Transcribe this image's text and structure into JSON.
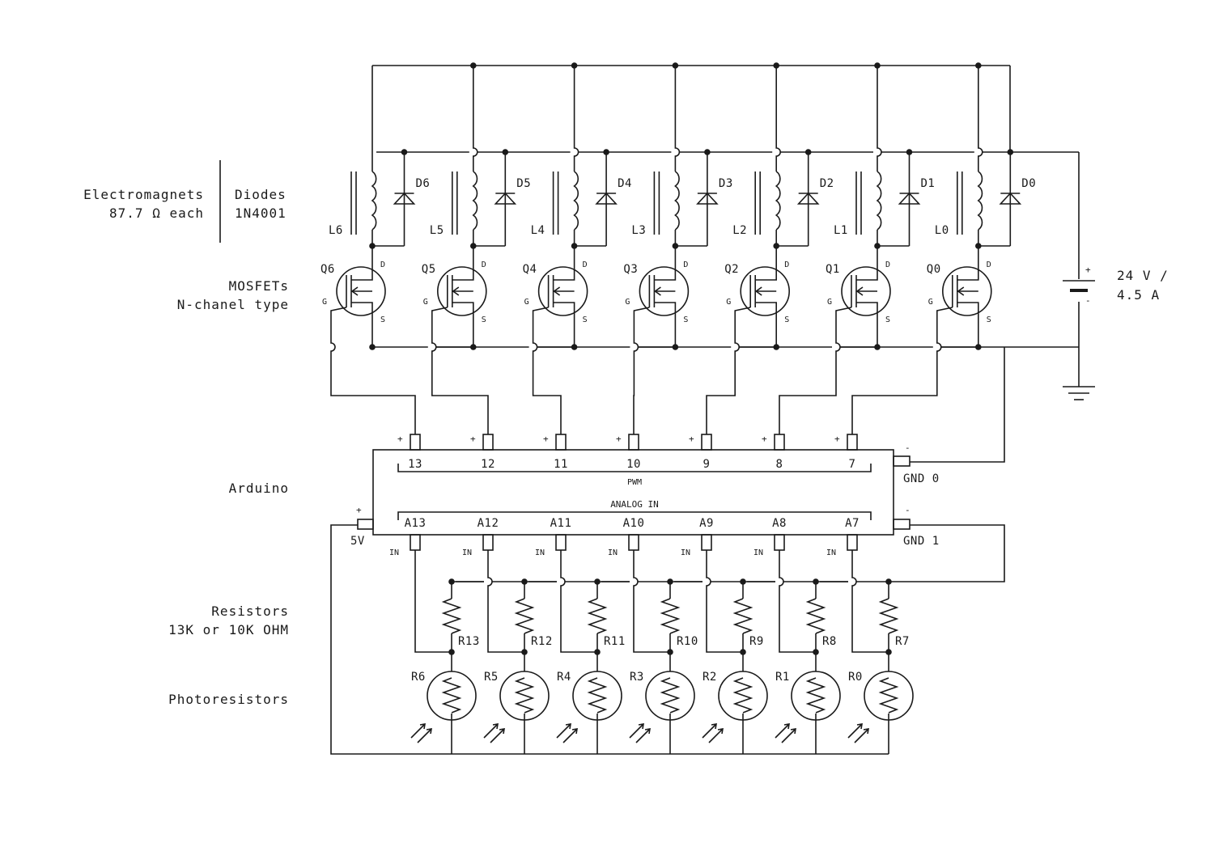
{
  "labels": {
    "electromagnets_title": "Electromagnets",
    "electromagnets_value": "87.7 Ω each",
    "diodes_title": "Diodes",
    "diodes_value": "1N4001",
    "mosfets_title": "MOSFETs",
    "mosfets_value": "N-chanel type",
    "arduino_title": "Arduino",
    "resistors_title": "Resistors",
    "resistors_value": "13K or 10K OHM",
    "photoresistors_title": "Photoresistors",
    "battery_voltage": "24 V /",
    "battery_current": "4.5 A",
    "battery_plus": "+",
    "battery_minus": "-",
    "pwm_label": "PWM",
    "analog_label": "ANALOG IN",
    "gnd0": "GND 0",
    "gnd1": "GND 1",
    "v5": "5V",
    "drain": "D",
    "source": "S",
    "gate": "G",
    "plus": "+",
    "minus": "-",
    "in": "IN"
  },
  "channels": [
    {
      "coil": "L6",
      "diode": "D6",
      "mosfet": "Q6",
      "pwm": "13",
      "analog": "A13",
      "resistor": "R13",
      "photo": "R6"
    },
    {
      "coil": "L5",
      "diode": "D5",
      "mosfet": "Q5",
      "pwm": "12",
      "analog": "A12",
      "resistor": "R12",
      "photo": "R5"
    },
    {
      "coil": "L4",
      "diode": "D4",
      "mosfet": "Q4",
      "pwm": "11",
      "analog": "A11",
      "resistor": "R11",
      "photo": "R4"
    },
    {
      "coil": "L3",
      "diode": "D3",
      "mosfet": "Q3",
      "pwm": "10",
      "analog": "A10",
      "resistor": "R10",
      "photo": "R3"
    },
    {
      "coil": "L2",
      "diode": "D2",
      "mosfet": "Q2",
      "pwm": "9",
      "analog": "A9",
      "resistor": "R9",
      "photo": "R2"
    },
    {
      "coil": "L1",
      "diode": "D1",
      "mosfet": "Q1",
      "pwm": "8",
      "analog": "A8",
      "resistor": "R8",
      "photo": "R1"
    },
    {
      "coil": "L0",
      "diode": "D0",
      "mosfet": "Q0",
      "pwm": "7",
      "analog": "A7",
      "resistor": "R7",
      "photo": "R0"
    }
  ]
}
